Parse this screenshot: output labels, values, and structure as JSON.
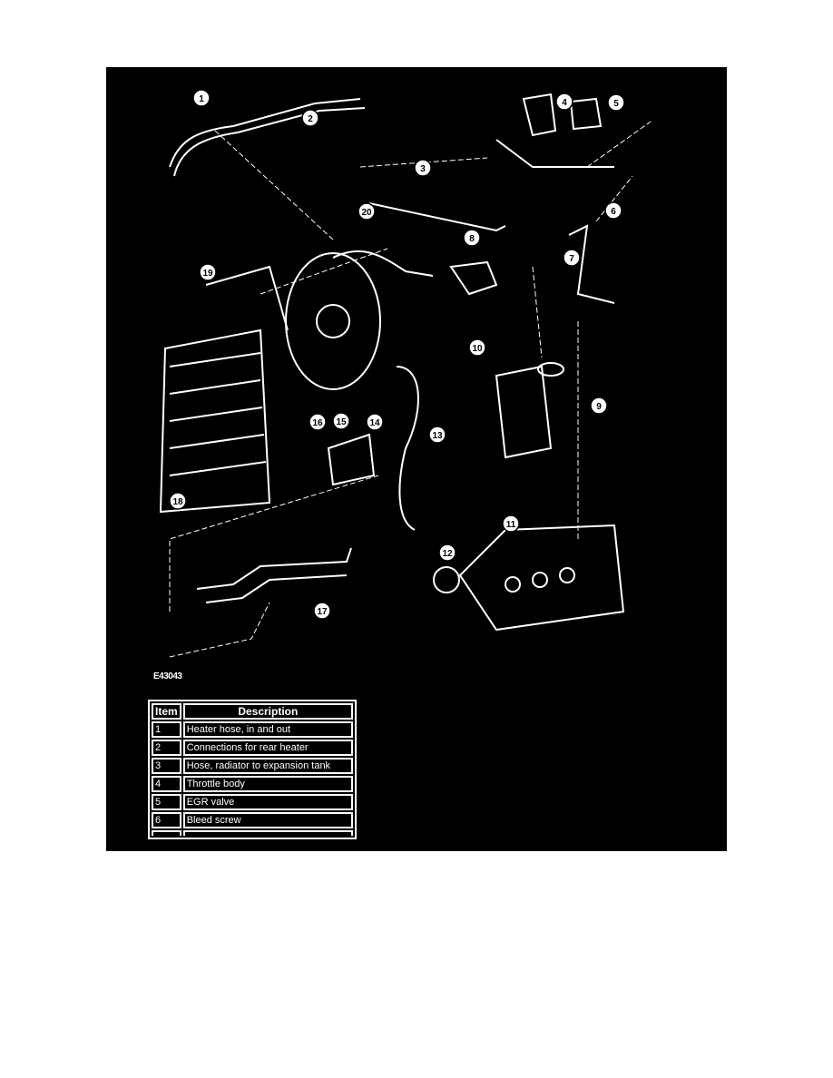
{
  "figure": {
    "code": "E43043",
    "callouts": [
      "1",
      "2",
      "3",
      "4",
      "5",
      "6",
      "7",
      "8",
      "9",
      "10",
      "11",
      "12",
      "13",
      "14",
      "15",
      "16",
      "17",
      "18",
      "19",
      "20"
    ]
  },
  "legend": {
    "headers": [
      "Item",
      "Description"
    ],
    "rows": [
      {
        "item": "1",
        "desc": "Heater hose, in and out"
      },
      {
        "item": "2",
        "desc": "Connections for rear heater"
      },
      {
        "item": "3",
        "desc": "Hose, radiator to expansion tank"
      },
      {
        "item": "4",
        "desc": "Throttle body"
      },
      {
        "item": "5",
        "desc": "EGR valve"
      },
      {
        "item": "6",
        "desc": "Bleed screw"
      },
      {
        "item": "",
        "desc": ""
      }
    ]
  }
}
